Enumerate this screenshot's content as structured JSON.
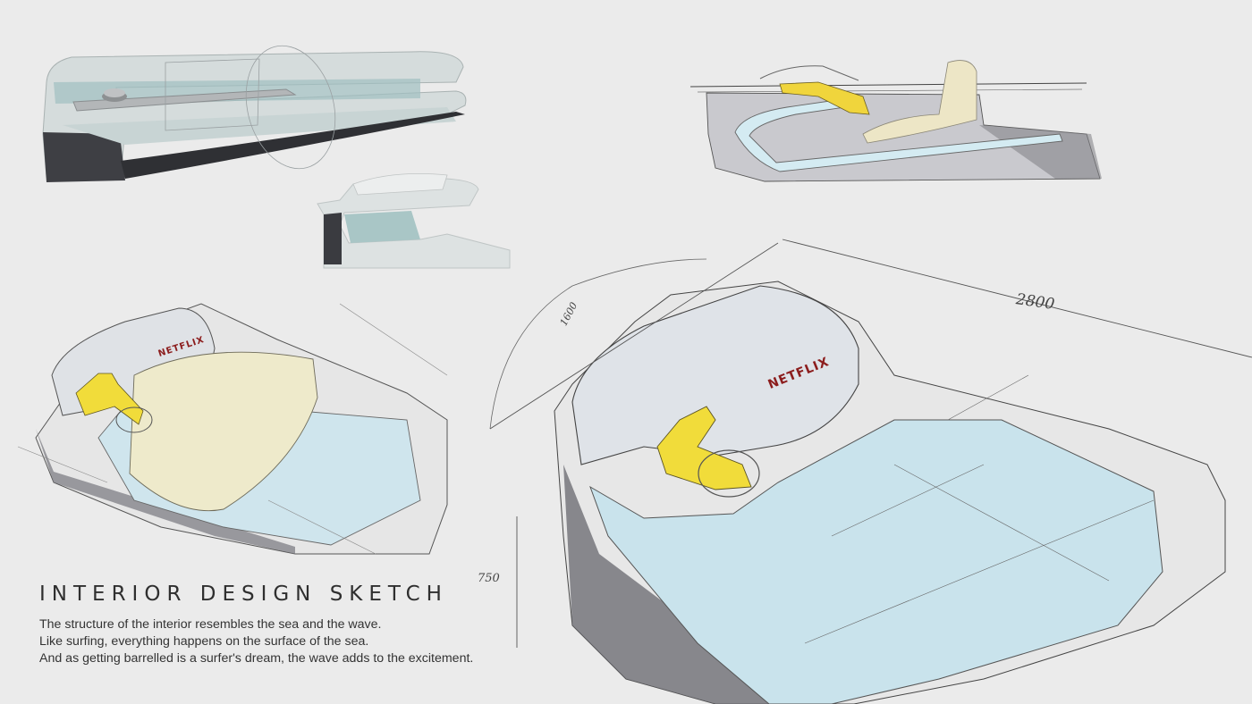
{
  "title": "INTERIOR DESIGN SKETCH",
  "description": [
    "The structure of the interior resembles the sea and the wave.",
    "Like surfing, everything happens on the surface of the sea.",
    "And as getting barrelled is a surfer's dream, the wave adds to the excitement."
  ],
  "dimensions": {
    "width": "1600",
    "length": "2800",
    "height": "750"
  },
  "brand_mark": "NETFLIX",
  "colors": {
    "background": "#ebebeb",
    "accent_yellow": "#f2e03c",
    "water_blue": "#cde6ee",
    "cushion_cream": "#efeac6",
    "shell_grey": "#9a9aa2"
  }
}
